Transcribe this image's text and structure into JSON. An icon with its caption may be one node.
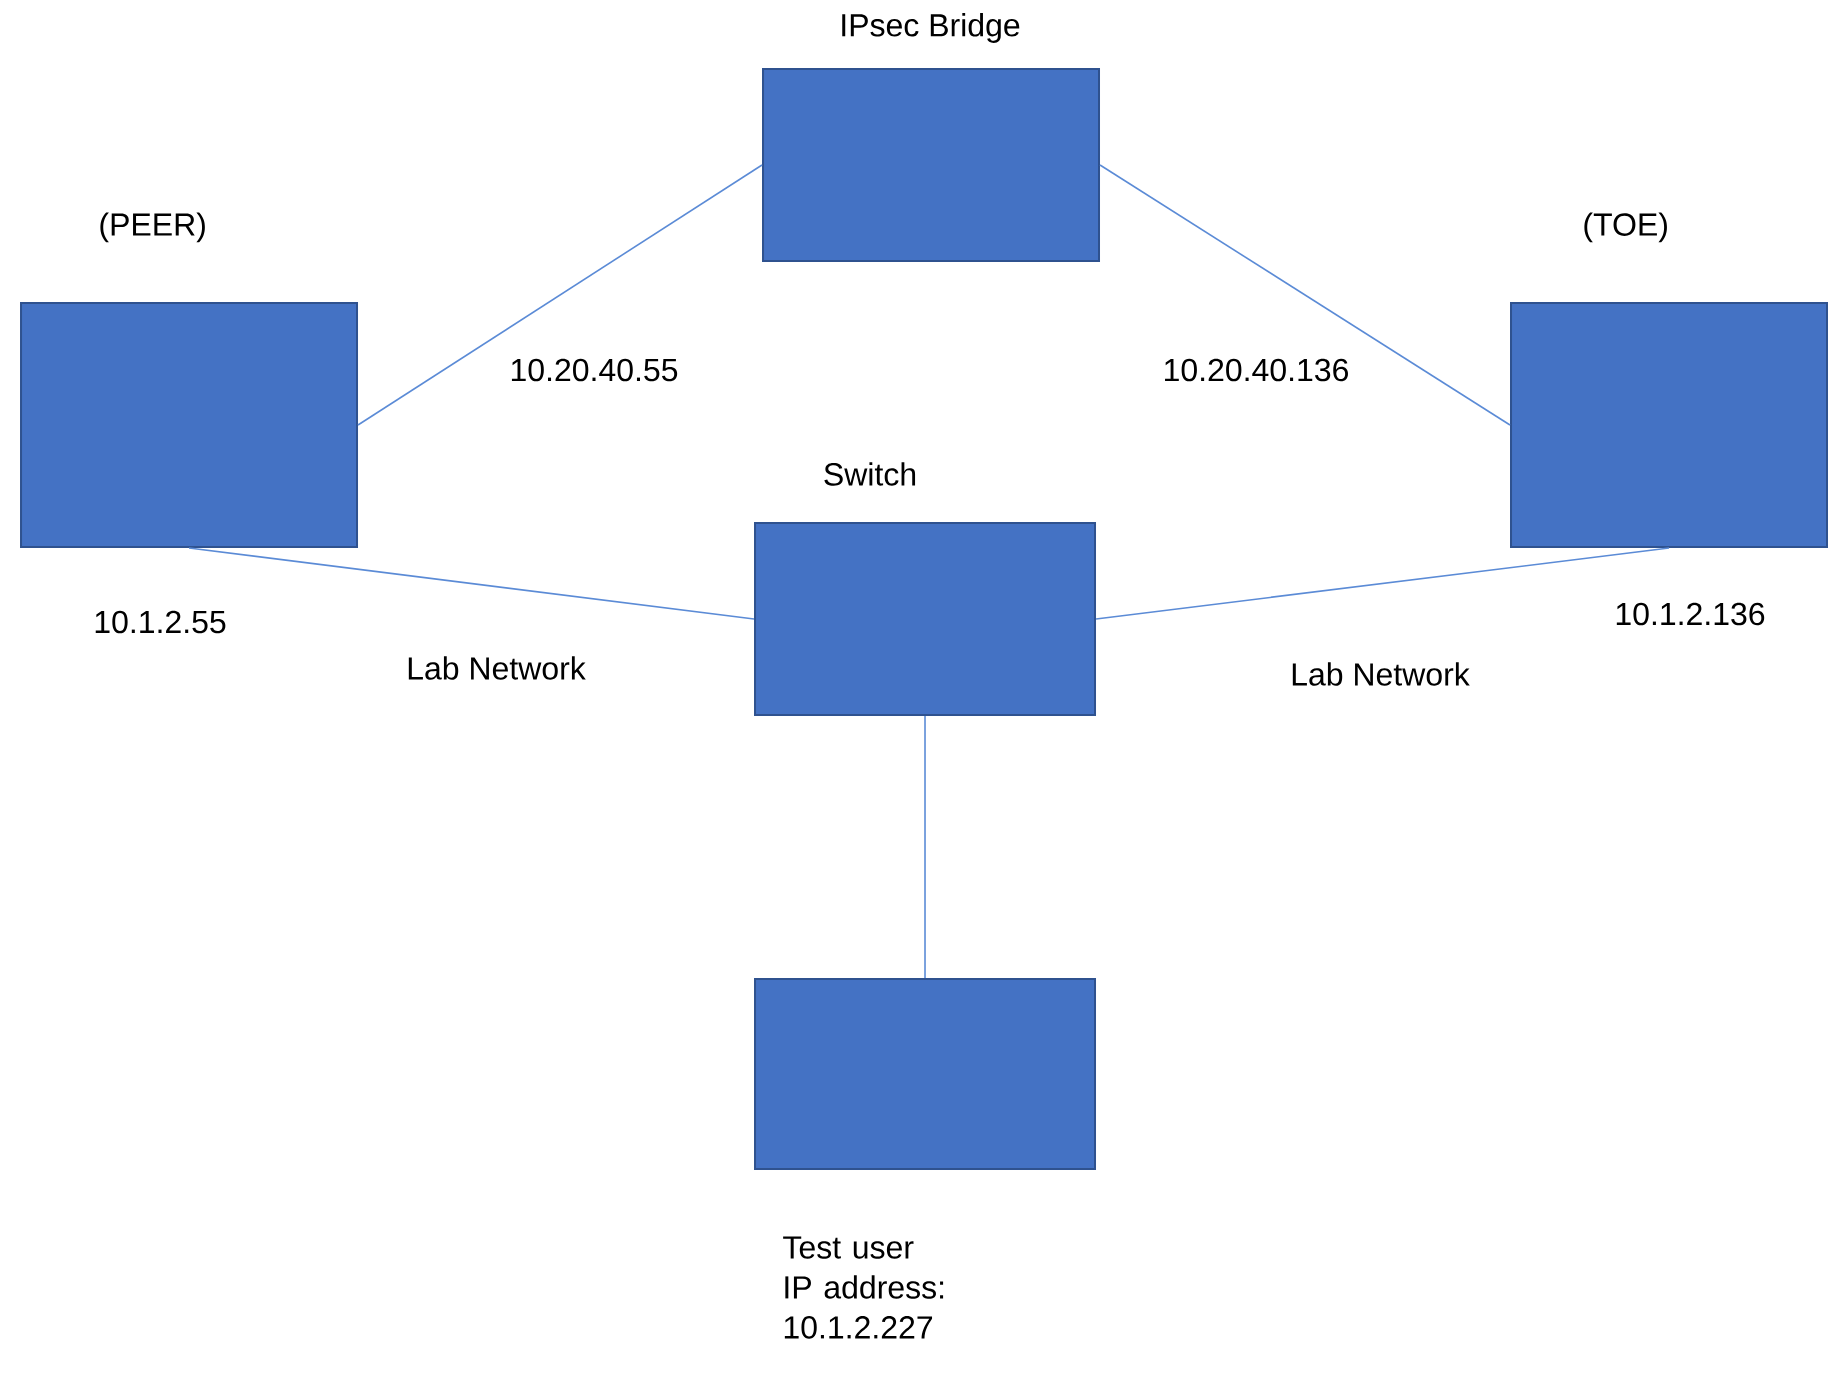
{
  "diagram": {
    "nodes": [
      {
        "text": [
          "IPsec Bridge"
        ]
      },
      {
        "text": [
          "(PEER)"
        ],
        "beside": [
          "10.1.2.55"
        ]
      },
      {
        "text": [
          "(TOE)"
        ],
        "beside": [
          "10.1.2.136"
        ]
      },
      {
        "text": [
          "Switch"
        ]
      },
      {
        "text": [
          "Test user IP address: 10.1.2.227"
        ]
      }
    ],
    "edges": [
      {
        "from": 0,
        "to": 1,
        "arrow": "none",
        "label": "10.20.40.55"
      },
      {
        "from": 0,
        "to": 2,
        "arrow": "none",
        "label": "10.20.40.136"
      },
      {
        "from": 1,
        "to": 3,
        "arrow": "none",
        "label": "Lab Network"
      },
      {
        "from": 3,
        "to": 2,
        "arrow": "none",
        "label": "Lab Network"
      },
      {
        "from": 3,
        "to": 4,
        "arrow": "none"
      }
    ]
  }
}
